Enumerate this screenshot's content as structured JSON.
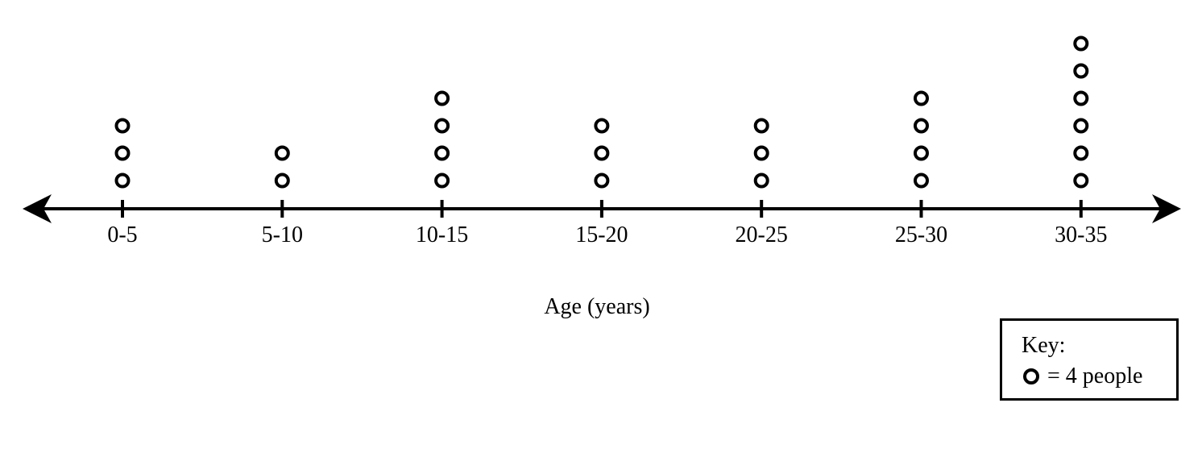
{
  "chart_data": {
    "type": "scatter",
    "subtype": "dot-plot",
    "categories": [
      "0-5",
      "5-10",
      "10-15",
      "15-20",
      "20-25",
      "25-30",
      "30-35"
    ],
    "dot_counts": [
      3,
      2,
      4,
      3,
      3,
      4,
      6
    ],
    "values": [
      12,
      8,
      16,
      12,
      12,
      16,
      24
    ],
    "xlabel": "Age (years)",
    "ylabel": "",
    "grid": false,
    "legend_placement": "bottom-right",
    "key": {
      "title": "Key:",
      "entry": "= 4 people",
      "people_per_symbol": 4
    },
    "colors": {
      "marker_stroke": "#000000",
      "marker_fill": "#ffffff",
      "axis": "#000000"
    }
  }
}
